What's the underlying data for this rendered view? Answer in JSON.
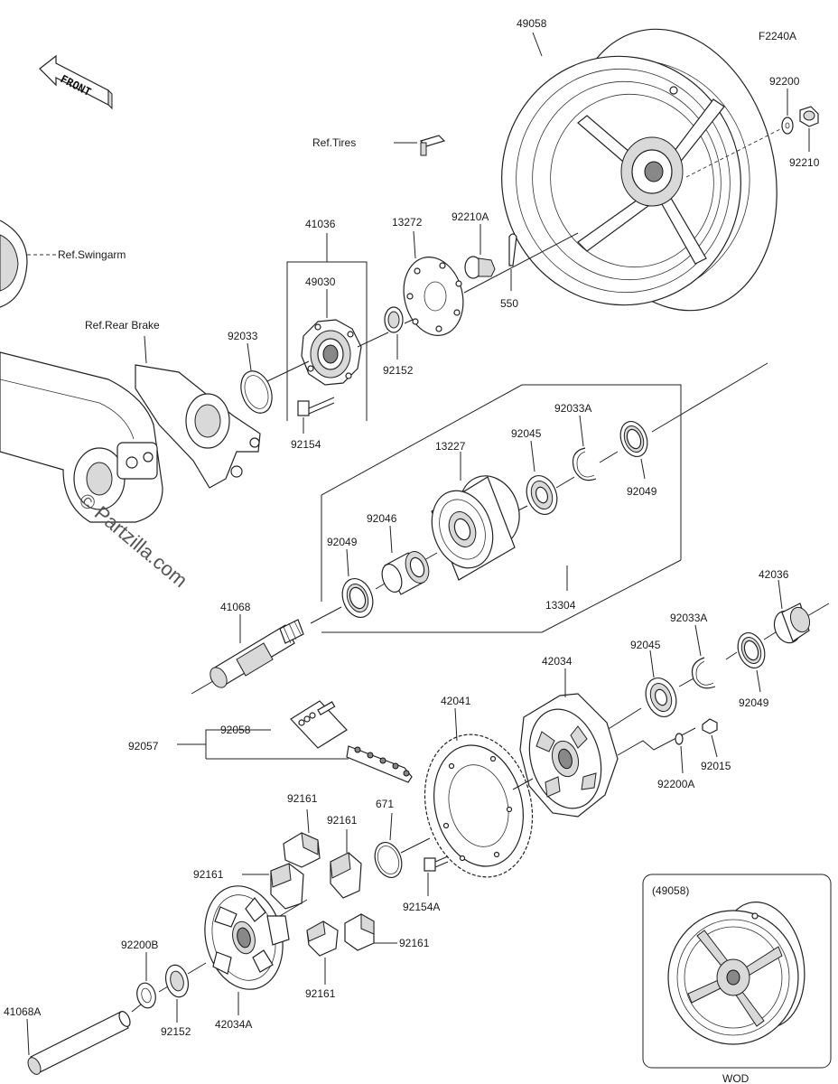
{
  "diagram": {
    "code": "F2240A",
    "front_label": "FRONT",
    "watermark": "© Partzilla.com",
    "inset": {
      "title": "(49058)",
      "caption": "WOD"
    },
    "references": {
      "tires": "Ref.Tires",
      "swingarm": "Ref.Swingarm",
      "rear_brake": "Ref.Rear Brake"
    },
    "parts": {
      "p49058": "49058",
      "p92200": "92200",
      "p92210": "92210",
      "p41036": "41036",
      "p13272": "13272",
      "p92210A": "92210A",
      "p550": "550",
      "p49030": "49030",
      "p92033": "92033",
      "p92152_top": "92152",
      "p92154": "92154",
      "p92033A_top": "92033A",
      "p13227": "13227",
      "p92045_top": "92045",
      "p92049_top_right": "92049",
      "p92046": "92046",
      "p92049_left": "92049",
      "p13304": "13304",
      "p41068": "41068",
      "p42036": "42036",
      "p42034": "42034",
      "p92033A_bottom": "92033A",
      "p92045_bottom": "92045",
      "p92049_bottom": "92049",
      "p42041": "42041",
      "p92058": "92058",
      "p92057": "92057",
      "p92015": "92015",
      "p92200A": "92200A",
      "p92161_a": "92161",
      "p92161_b": "92161",
      "p671": "671",
      "p92161_c": "92161",
      "p92154A": "92154A",
      "p92161_d": "92161",
      "p92200B": "92200B",
      "p92161_e": "92161",
      "p41068A": "41068A",
      "p92152_bottom": "92152",
      "p42034A": "42034A"
    }
  }
}
